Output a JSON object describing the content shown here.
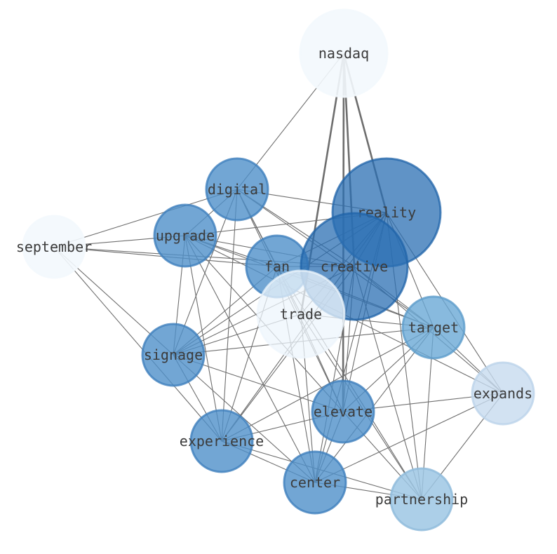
{
  "colors": {
    "edge": "#6e6e6e",
    "label": "#3b3b3b"
  },
  "nodes": [
    {
      "id": "nasdaq",
      "label": "nasdaq",
      "fill": "#f3f8fd",
      "stroke": "#f3f8fd",
      "opacity": 0.9
    },
    {
      "id": "digital",
      "label": "digital",
      "fill": "#4f90c9",
      "stroke": "#3f80bd",
      "opacity": 0.8
    },
    {
      "id": "reality",
      "label": "reality",
      "fill": "#2b6fb3",
      "stroke": "#1f63a8",
      "opacity": 0.75
    },
    {
      "id": "upgrade",
      "label": "upgrade",
      "fill": "#4f90c9",
      "stroke": "#3f80bd",
      "opacity": 0.8
    },
    {
      "id": "september",
      "label": "september",
      "fill": "#f3f8fd",
      "stroke": "#f3f8fd",
      "opacity": 0.9
    },
    {
      "id": "fan",
      "label": "fan",
      "fill": "#4f90c9",
      "stroke": "#3f80bd",
      "opacity": 0.8
    },
    {
      "id": "creative",
      "label": "creative",
      "fill": "#2b6fb3",
      "stroke": "#1f63a8",
      "opacity": 0.75
    },
    {
      "id": "trade",
      "label": "trade",
      "fill": "#eef5fc",
      "stroke": "#eef5fc",
      "opacity": 0.75
    },
    {
      "id": "target",
      "label": "target",
      "fill": "#6aa9d6",
      "stroke": "#5d9ccb",
      "opacity": 0.8
    },
    {
      "id": "signage",
      "label": "signage",
      "fill": "#4f90c9",
      "stroke": "#3f80bd",
      "opacity": 0.8
    },
    {
      "id": "expands",
      "label": "expands",
      "fill": "#c7dbef",
      "stroke": "#bcd3ea",
      "opacity": 0.8
    },
    {
      "id": "elevate",
      "label": "elevate",
      "fill": "#4f90c9",
      "stroke": "#3f80bd",
      "opacity": 0.8
    },
    {
      "id": "experience",
      "label": "experience",
      "fill": "#4f90c9",
      "stroke": "#3f80bd",
      "opacity": 0.8
    },
    {
      "id": "center",
      "label": "center",
      "fill": "#4f90c9",
      "stroke": "#3f80bd",
      "opacity": 0.8
    },
    {
      "id": "partnership",
      "label": "partnership",
      "fill": "#9dc7e4",
      "stroke": "#90bcdc",
      "opacity": 0.85
    }
  ],
  "edges": [
    [
      "nasdaq",
      "digital",
      1
    ],
    [
      "nasdaq",
      "reality",
      2.5
    ],
    [
      "nasdaq",
      "creative",
      2.5
    ],
    [
      "nasdaq",
      "trade",
      2.5
    ],
    [
      "nasdaq",
      "elevate",
      2.5
    ],
    [
      "digital",
      "upgrade",
      1
    ],
    [
      "digital",
      "september",
      1
    ],
    [
      "digital",
      "fan",
      1
    ],
    [
      "digital",
      "reality",
      1
    ],
    [
      "digital",
      "creative",
      1
    ],
    [
      "digital",
      "target",
      1
    ],
    [
      "digital",
      "elevate",
      1
    ],
    [
      "digital",
      "signage",
      1
    ],
    [
      "digital",
      "experience",
      1
    ],
    [
      "digital",
      "trade",
      1
    ],
    [
      "upgrade",
      "september",
      1
    ],
    [
      "upgrade",
      "reality",
      1
    ],
    [
      "upgrade",
      "fan",
      1
    ],
    [
      "upgrade",
      "creative",
      1
    ],
    [
      "upgrade",
      "target",
      1
    ],
    [
      "upgrade",
      "signage",
      1
    ],
    [
      "upgrade",
      "experience",
      1
    ],
    [
      "upgrade",
      "center",
      1
    ],
    [
      "upgrade",
      "elevate",
      1
    ],
    [
      "upgrade",
      "expands",
      1
    ],
    [
      "september",
      "fan",
      1
    ],
    [
      "september",
      "signage",
      1
    ],
    [
      "september",
      "experience",
      1
    ],
    [
      "september",
      "creative",
      1
    ],
    [
      "fan",
      "signage",
      1
    ],
    [
      "fan",
      "center",
      1
    ],
    [
      "fan",
      "partnership",
      1
    ],
    [
      "fan",
      "experience",
      1
    ],
    [
      "fan",
      "target",
      1
    ],
    [
      "fan",
      "creative",
      1
    ],
    [
      "fan",
      "elevate",
      1
    ],
    [
      "reality",
      "fan",
      1
    ],
    [
      "reality",
      "signage",
      1
    ],
    [
      "reality",
      "experience",
      1
    ],
    [
      "reality",
      "center",
      1
    ],
    [
      "reality",
      "elevate",
      1
    ],
    [
      "reality",
      "expands",
      1
    ],
    [
      "reality",
      "target",
      1
    ],
    [
      "reality",
      "partnership",
      1
    ],
    [
      "reality",
      "trade",
      1
    ],
    [
      "creative",
      "target",
      1
    ],
    [
      "creative",
      "elevate",
      1
    ],
    [
      "creative",
      "center",
      1
    ],
    [
      "creative",
      "experience",
      1
    ],
    [
      "creative",
      "signage",
      1
    ],
    [
      "creative",
      "expands",
      1
    ],
    [
      "creative",
      "partnership",
      1
    ],
    [
      "creative",
      "reality",
      1
    ],
    [
      "trade",
      "signage",
      1
    ],
    [
      "trade",
      "center",
      1
    ],
    [
      "trade",
      "partnership",
      1
    ],
    [
      "trade",
      "target",
      1
    ],
    [
      "target",
      "experience",
      1
    ],
    [
      "target",
      "center",
      1
    ],
    [
      "target",
      "elevate",
      1
    ],
    [
      "target",
      "partnership",
      1
    ],
    [
      "target",
      "expands",
      1
    ],
    [
      "signage",
      "elevate",
      1
    ],
    [
      "signage",
      "center",
      1
    ],
    [
      "signage",
      "experience",
      1
    ],
    [
      "signage",
      "target",
      1
    ],
    [
      "expands",
      "elevate",
      1
    ],
    [
      "expands",
      "center",
      1
    ],
    [
      "expands",
      "partnership",
      1
    ],
    [
      "elevate",
      "experience",
      1
    ],
    [
      "elevate",
      "center",
      1
    ],
    [
      "elevate",
      "partnership",
      1
    ],
    [
      "experience",
      "center",
      1
    ],
    [
      "experience",
      "partnership",
      1
    ],
    [
      "center",
      "partnership",
      1
    ]
  ]
}
